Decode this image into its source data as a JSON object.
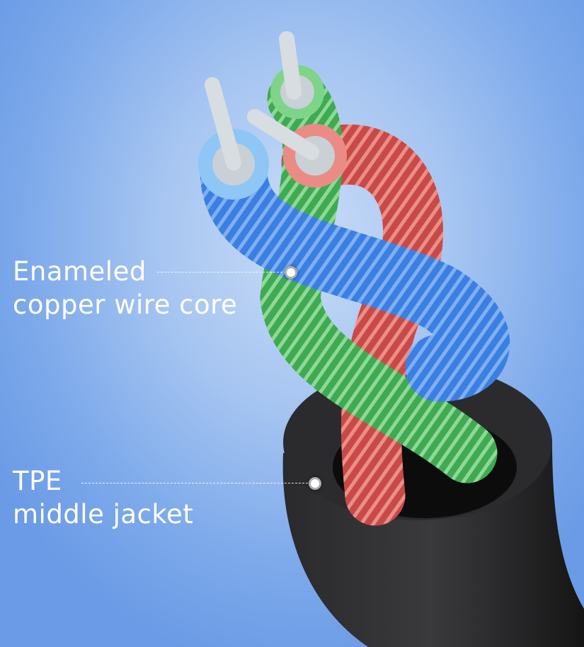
{
  "callouts": [
    {
      "line1": "Enameled",
      "line2": "copper wire core"
    },
    {
      "line1": "TPE",
      "line2": "middle jacket"
    }
  ],
  "colors": {
    "blue_wire": "#3a7be0",
    "red_wire": "#d9544f",
    "green_wire": "#4dbb5a",
    "jacket": "#1c1c1e",
    "background": "#a6c5f1"
  }
}
